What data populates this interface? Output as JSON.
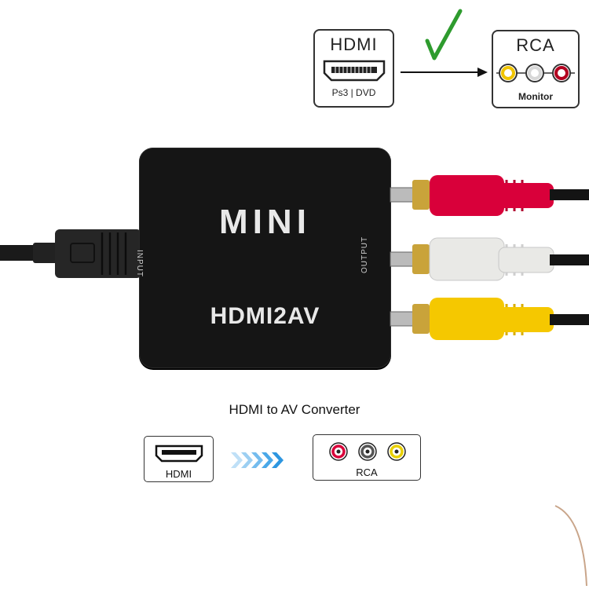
{
  "top_diagram": {
    "source": {
      "title": "HDMI",
      "subtitle": "Ps3 | DVD"
    },
    "target": {
      "title": "RCA",
      "subtitle": "Monitor"
    }
  },
  "device": {
    "model": "MINI",
    "name": "HDMI2AV",
    "input_label": "INPUT",
    "output_label": "OUTPUT"
  },
  "caption": "HDMI to AV Converter",
  "bottom_diagram": {
    "source_label": "HDMI",
    "target_label": "RCA"
  },
  "colors": {
    "check": "#2e9b2e",
    "arrow_blue": "#4aa8e8",
    "rca_red": "#d9003a",
    "rca_white": "#e9e9e6",
    "rca_yellow": "#f5c800",
    "device_body": "#151515"
  },
  "icons": [
    "check-icon",
    "arrow-right-icon",
    "hdmi-port-icon",
    "rca-jacks-icon",
    "chevrons-right-icon"
  ]
}
